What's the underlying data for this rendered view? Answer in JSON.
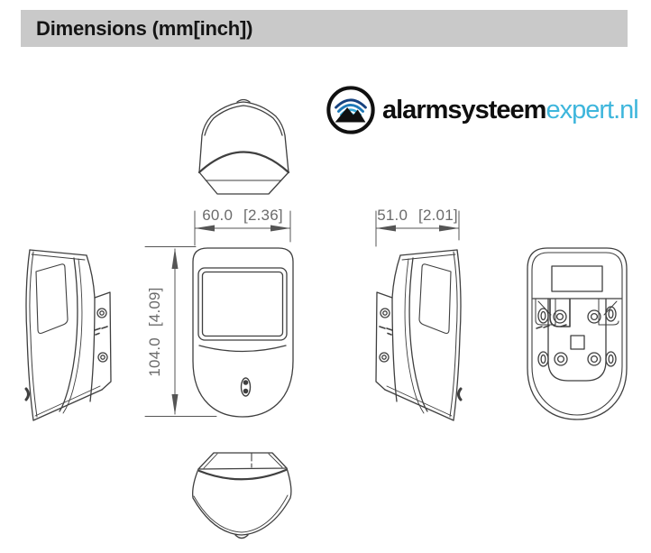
{
  "header": {
    "title": "Dimensions (mm[inch])"
  },
  "logo": {
    "name_primary": "alarmsysteem",
    "name_secondary": "expert.nl",
    "accent_color": "#3eb6dc"
  },
  "dimensions": {
    "width_label": "60.0 [2.36]",
    "depth_label": "51.0 [2.01]",
    "height_label": "104.0 [4.09]"
  },
  "colors": {
    "header_bg": "#c9c9c9",
    "line": "#3f3f3f",
    "dim_line": "#555555",
    "dim_text": "#6b6b6b"
  }
}
